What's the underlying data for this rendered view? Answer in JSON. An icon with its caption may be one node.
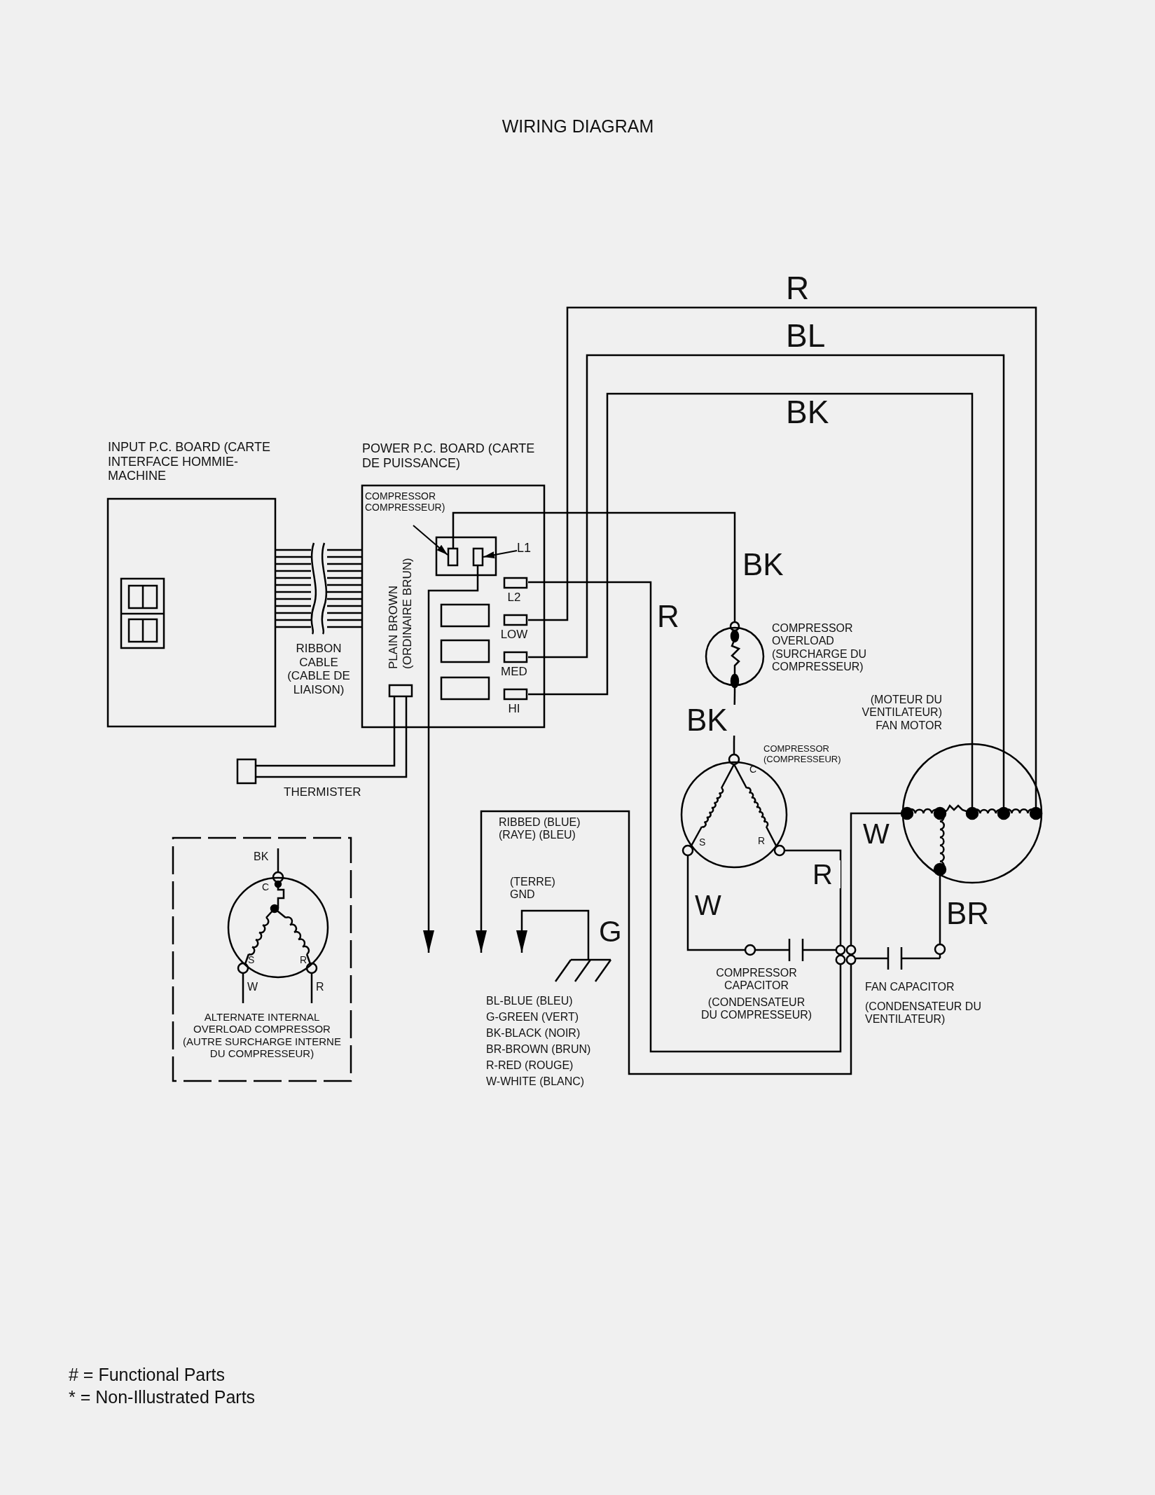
{
  "diagram": {
    "title": "WIRING DIAGRAM",
    "nodes": [
      {
        "text": [
          "INPUT P.C. BOARD (CARTE INTERFACE HOMMIE- MACHINE"
        ]
      },
      {
        "text": [
          "RIBBON CABLE (CABLE DE LIAISON)"
        ]
      },
      {
        "text": [
          "POWER P.C. BOARD (CARTE DE PUISSANCE)"
        ]
      },
      {
        "text": [
          "COMPRESSOR COMPRESSEUR)"
        ],
        "in": 2
      },
      {
        "text": [],
        "shape": "box",
        "in": 2
      },
      {
        "text": [],
        "shape": "box",
        "in": 4
      },
      {
        "text": [],
        "shape": "box",
        "in": 4
      },
      {
        "text": [
          "L1"
        ],
        "in": 2
      },
      {
        "text": [
          "L2"
        ],
        "in": 2
      },
      {
        "text": [
          "LOW"
        ],
        "in": 2
      },
      {
        "text": [
          "MED"
        ],
        "in": 2
      },
      {
        "text": [
          "HI"
        ],
        "in": 2
      },
      {
        "text": [],
        "shape": "box",
        "in": 2
      },
      {
        "text": [
          "THERMISTER"
        ]
      },
      {
        "text": [
          "COMPRESSOR OVERLOAD (SURCHARGE DU COMPRESSEUR)"
        ]
      },
      {
        "text": [
          "COMPRESSOR (COMPRESSEUR)",
          "C",
          "S",
          "R"
        ]
      },
      {
        "text": [
          "(MOTEUR DU VENTILATEUR) FAN MOTOR"
        ]
      },
      {
        "text": [
          "COMPRESSOR CAPACITOR",
          "(CONDENSATEUR DU COMPRESSEUR)"
        ]
      },
      {
        "text": [
          "FAN CAPACITOR",
          "(CONDENSATEUR DU VENTILATEUR)"
        ]
      },
      {
        "text": [],
        "shape": "circle"
      },
      {
        "text": [],
        "shape": "circle"
      },
      {
        "text": [
          "G"
        ]
      },
      {
        "text": [
          "ALTERNATE INTERNAL OVERLOAD COMPRESSOR (AUTRE SURCHARGE INTERNE DU COMPRESSEUR)"
        ]
      },
      {
        "text": [
          "C",
          "S",
          "R"
        ],
        "in": 22,
        "beside": [
          "BK",
          "W",
          "R"
        ]
      }
    ],
    "edges": [
      {
        "from": 3,
        "to": 5,
        "arrow": "to"
      },
      {
        "from": 7,
        "to": 6,
        "arrow": "to"
      },
      {
        "from": 6,
        "to": null,
        "arrow": "to"
      },
      {
        "from": 5,
        "to": 14,
        "arrow": "none",
        "label": "BK"
      },
      {
        "from": 14,
        "to": 15,
        "arrow": "none",
        "label": "BK"
      },
      {
        "from": 8,
        "to": 19,
        "arrow": "none",
        "label": "R"
      },
      {
        "from": 9,
        "to": 16,
        "arrow": "none",
        "label": "R"
      },
      {
        "from": 10,
        "to": 16,
        "arrow": "none",
        "label": "BL"
      },
      {
        "from": 11,
        "to": 16,
        "arrow": "none",
        "label": "BK"
      },
      {
        "from": 12,
        "to": 13,
        "arrow": "none"
      },
      {
        "from": 12,
        "to": 13,
        "arrow": "none"
      },
      {
        "from": 15,
        "to": 17,
        "arrow": "none",
        "label": "W"
      },
      {
        "from": 15,
        "to": 19,
        "arrow": "none",
        "label": "R"
      },
      {
        "from": 17,
        "to": 19,
        "arrow": "none"
      },
      {
        "from": 16,
        "to": 18,
        "arrow": "none",
        "label": "BR"
      },
      {
        "from": 18,
        "to": 20,
        "arrow": "none"
      },
      {
        "from": 16,
        "to": 20,
        "arrow": "none",
        "label": "W"
      },
      {
        "from": 20,
        "to": null,
        "arrow": "to",
        "label": "RIBBED (BLUE) (RAYE) (BLEU)"
      },
      {
        "from": 21,
        "to": null,
        "arrow": "to",
        "label": "(TERRE) GND"
      }
    ],
    "labels": [
      "PLAIN BROWN (ORDINAIRE BRUN)",
      "BL-BLUE (BLEU)",
      "G-GREEN (VERT)",
      "BK-BLACK (NOIR)",
      "BR-BROWN (BRUN)",
      "R-RED (ROUGE)",
      "W-WHITE (BLANC)",
      "# = Functional Parts",
      "* = Non-Illustrated Parts"
    ]
  }
}
